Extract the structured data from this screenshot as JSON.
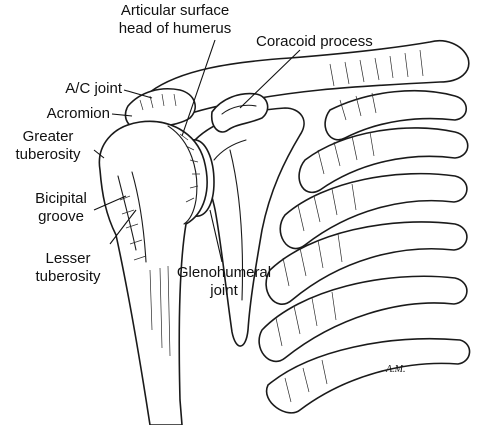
{
  "labels": {
    "articular_surface": [
      "Articular surface",
      "head of humerus"
    ],
    "coracoid_process": "Coracoid process",
    "ac_joint": "A/C joint",
    "acromion": "Acromion",
    "greater_tuberosity": [
      "Greater",
      "tuberosity"
    ],
    "bicipital_groove": [
      "Bicipital",
      "groove"
    ],
    "lesser_tuberosity": [
      "Lesser",
      "tuberosity"
    ],
    "glenohumeral_joint": [
      "Glenohumeral",
      "joint"
    ]
  },
  "artist_initials": "A.M."
}
